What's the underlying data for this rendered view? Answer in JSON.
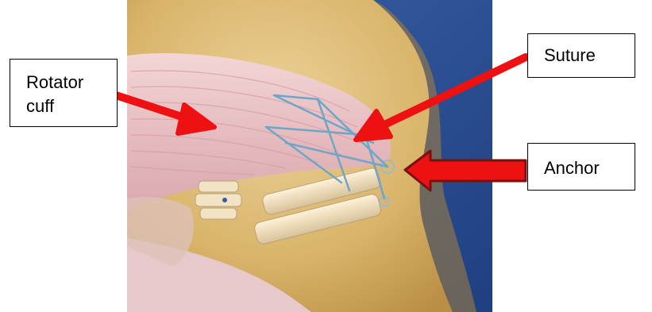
{
  "labels": {
    "rotator_cuff": [
      "Rotator",
      "cuff"
    ],
    "suture": "Suture",
    "anchor": "Anchor"
  },
  "colors": {
    "background_blue": "#2b4f95",
    "bone_yellow": "#d8b56a",
    "tendon_pink": "#e7c1c3",
    "suture_blue": "#6fa6c8",
    "arrow_red": "#ee1111",
    "anchor_arrow_outline": "#7a1010"
  }
}
